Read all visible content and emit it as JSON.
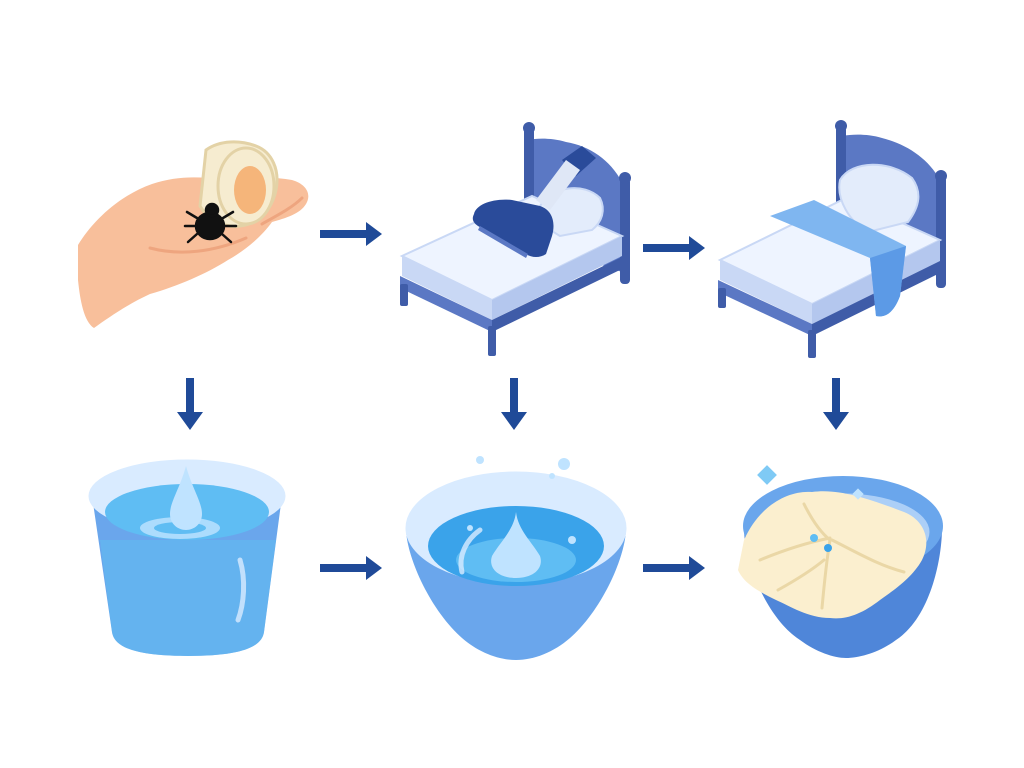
{
  "colors": {
    "arrow": "#1f4a98",
    "navy": "#2a4b9a",
    "bed_frame": "#5b78c4",
    "bed_frame_dark": "#3f5ca8",
    "mattress_top": "#eef4ff",
    "mattress_side": "#c9d8f5",
    "pillow": "#e3ecfb",
    "blanket": "#7fb6f0",
    "blanket_dark": "#5c9ae6",
    "skin": "#f8bf9b",
    "skin_shadow": "#eea57f",
    "tape_outer": "#f6ecd0",
    "tape_inner": "#f5b57a",
    "tick": "#111111",
    "water_light": "#bfe3ff",
    "water": "#5fbdf3",
    "water_deep": "#3aa3ea",
    "basin": "#6aa6ec",
    "basin_rim": "#d9ebff",
    "basin_dark": "#4f86d9",
    "cloth": "#fbefcf",
    "cloth_fold": "#ead7a6"
  },
  "steps": [
    {
      "id": "remove-tick",
      "icon": "hand-with-tape-and-tick-icon"
    },
    {
      "id": "vacuum-bed",
      "icon": "bed-with-vacuum-icon"
    },
    {
      "id": "cover-bed",
      "icon": "bed-with-blanket-icon"
    },
    {
      "id": "water-tub",
      "icon": "water-tub-with-drop-icon"
    },
    {
      "id": "water-basin",
      "icon": "water-basin-with-splash-icon"
    },
    {
      "id": "wash-cloth",
      "icon": "basin-with-cloth-icon"
    }
  ],
  "arrows": [
    {
      "from": "remove-tick",
      "to": "vacuum-bed",
      "direction": "right"
    },
    {
      "from": "vacuum-bed",
      "to": "cover-bed",
      "direction": "right"
    },
    {
      "from": "remove-tick",
      "to": "water-tub",
      "direction": "down"
    },
    {
      "from": "vacuum-bed",
      "to": "water-basin",
      "direction": "down"
    },
    {
      "from": "cover-bed",
      "to": "wash-cloth",
      "direction": "down"
    },
    {
      "from": "water-tub",
      "to": "water-basin",
      "direction": "right"
    },
    {
      "from": "water-basin",
      "to": "wash-cloth",
      "direction": "right"
    }
  ]
}
